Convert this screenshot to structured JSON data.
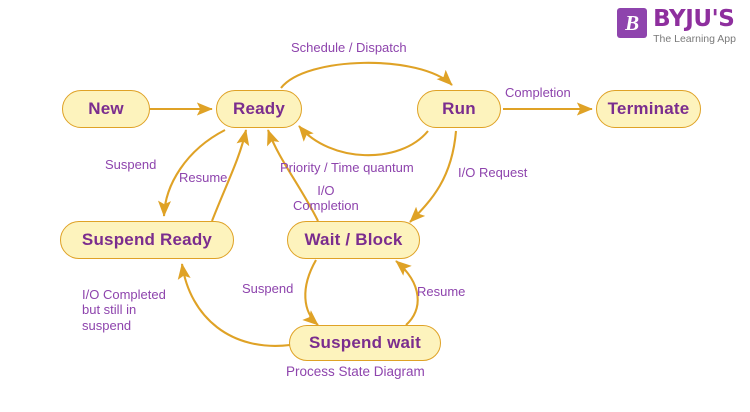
{
  "brand": {
    "mark_glyph": "B",
    "name": "BYJU'S",
    "tagline": "The Learning App"
  },
  "diagram": {
    "caption": "Process State Diagram",
    "colors": {
      "node_fill": "#fdf3bd",
      "node_border": "#dfa226",
      "node_text": "#7b2d8e",
      "edge_stroke": "#dfa226",
      "label_text": "#8e44ad"
    },
    "nodes": [
      {
        "id": "new",
        "label": "New"
      },
      {
        "id": "ready",
        "label": "Ready"
      },
      {
        "id": "run",
        "label": "Run"
      },
      {
        "id": "terminate",
        "label": "Terminate"
      },
      {
        "id": "suspend-ready",
        "label": "Suspend Ready"
      },
      {
        "id": "wait-block",
        "label": "Wait / Block"
      },
      {
        "id": "suspend-wait",
        "label": "Suspend wait"
      }
    ],
    "edges": [
      {
        "id": "new-ready",
        "from": "new",
        "to": "ready",
        "label": ""
      },
      {
        "id": "schedule-dispatch",
        "from": "ready",
        "to": "run",
        "label": "Schedule / Dispatch"
      },
      {
        "id": "completion",
        "from": "run",
        "to": "terminate",
        "label": "Completion"
      },
      {
        "id": "priority-time",
        "from": "run",
        "to": "ready",
        "label": "Priority / Time quantum"
      },
      {
        "id": "io-request",
        "from": "run",
        "to": "wait-block",
        "label": "I/O Request"
      },
      {
        "id": "io-completion",
        "from": "wait-block",
        "to": "ready",
        "label": "I/O\nCompletion"
      },
      {
        "id": "suspend-ready-edge",
        "from": "ready",
        "to": "suspend-ready",
        "label": "Suspend"
      },
      {
        "id": "resume-ready",
        "from": "suspend-ready",
        "to": "ready",
        "label": "Resume"
      },
      {
        "id": "suspend-wait-edge",
        "from": "wait-block",
        "to": "suspend-wait",
        "label": "Suspend"
      },
      {
        "id": "resume-wait",
        "from": "suspend-wait",
        "to": "wait-block",
        "label": "Resume"
      },
      {
        "id": "io-completed-suspend",
        "from": "suspend-wait",
        "to": "suspend-ready",
        "label": "I/O Completed\nbut still in\nsuspend"
      }
    ]
  }
}
